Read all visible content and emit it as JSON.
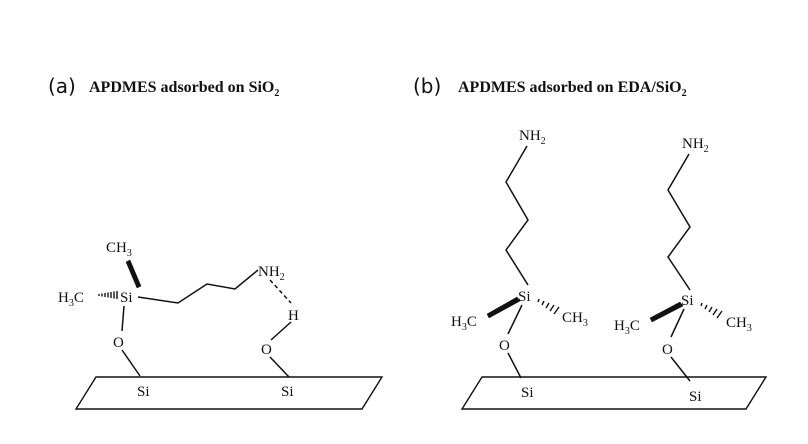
{
  "panel_a": {
    "letter": "(a)",
    "title_main": "APDMES adsorbed on SiO",
    "title_sub": "2",
    "ch3_top": "CH",
    "ch3_top_sub": "3",
    "h3c_left_main": "C",
    "h3c_left_h": "H",
    "h3c_left_sub": "3",
    "si_center": "Si",
    "nh2_main": "NH",
    "nh2_sub": "2",
    "h_label": "H",
    "o_left": "O",
    "o_right": "O",
    "si_surface_left": "Si",
    "si_surface_right": "Si"
  },
  "panel_b": {
    "letter": "(b)",
    "title_main": "APDMES adsorbed on EDA/SiO",
    "title_sub": "2",
    "nh2_left_main": "NH",
    "nh2_left_sub": "2",
    "nh2_right_main": "NH",
    "nh2_right_sub": "2",
    "si_left": "Si",
    "si_right": "Si",
    "h3c_left_h": "H",
    "h3c_left_sub": "3",
    "h3c_left_c": "C",
    "ch3_left_c": "CH",
    "ch3_left_sub": "3",
    "h3c_right_h": "H",
    "h3c_right_sub": "3",
    "h3c_right_c": "C",
    "ch3_right_c": "CH",
    "ch3_right_sub": "3",
    "o_left": "O",
    "o_right": "O",
    "si_surface_left": "Si",
    "si_surface_right": "Si"
  }
}
